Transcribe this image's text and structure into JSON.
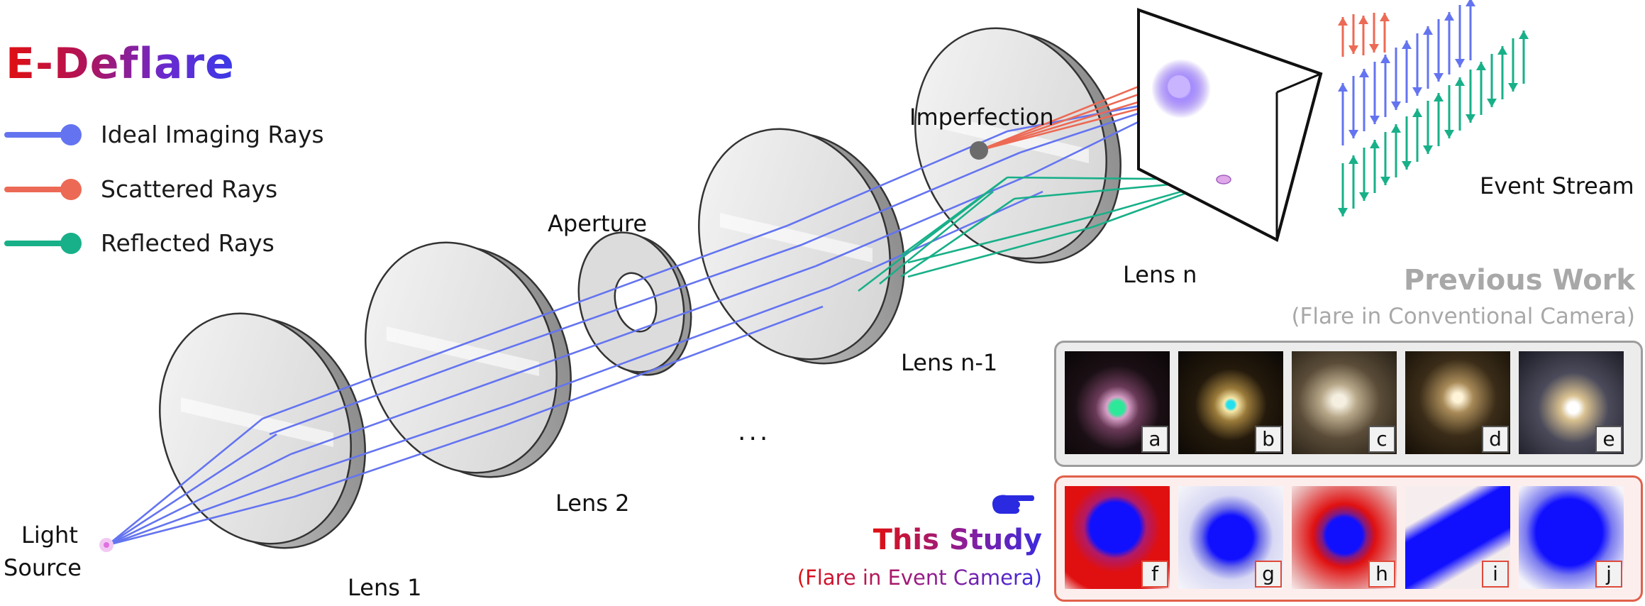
{
  "title": "E-Deflare",
  "legend": [
    {
      "label": "Ideal Imaging Rays",
      "color": "#6474f0"
    },
    {
      "label": "Scattered Rays",
      "color": "#ec6a55"
    },
    {
      "label": "Reflected Rays",
      "color": "#18b088"
    }
  ],
  "labels": {
    "light_source_line1": "Light",
    "light_source_line2": "Source",
    "lens1": "Lens 1",
    "lens2": "Lens 2",
    "aperture": "Aperture",
    "ellipsis": "...",
    "lens_n_minus_1": "Lens n-1",
    "lens_n": "Lens n",
    "imperfection": "Imperfection",
    "event_stream": "Event Stream"
  },
  "previous_work": {
    "title": "Previous Work",
    "subtitle": "(Flare in Conventional Camera)",
    "thumbs": [
      "a",
      "b",
      "c",
      "d",
      "e"
    ]
  },
  "this_study": {
    "title": "This Study",
    "subtitle": "(Flare in Event Camera)",
    "thumbs": [
      "f",
      "g",
      "h",
      "i",
      "j"
    ]
  },
  "colors": {
    "ideal": "#6474f0",
    "scattered": "#ec6a55",
    "reflected": "#18b088",
    "previous_border": "#9c9c9c",
    "this_border": "#e0604a"
  },
  "icons": {
    "pointer": "pointing-hand-icon",
    "light_source": "light-source-icon",
    "flare": "flare-burst-icon"
  }
}
